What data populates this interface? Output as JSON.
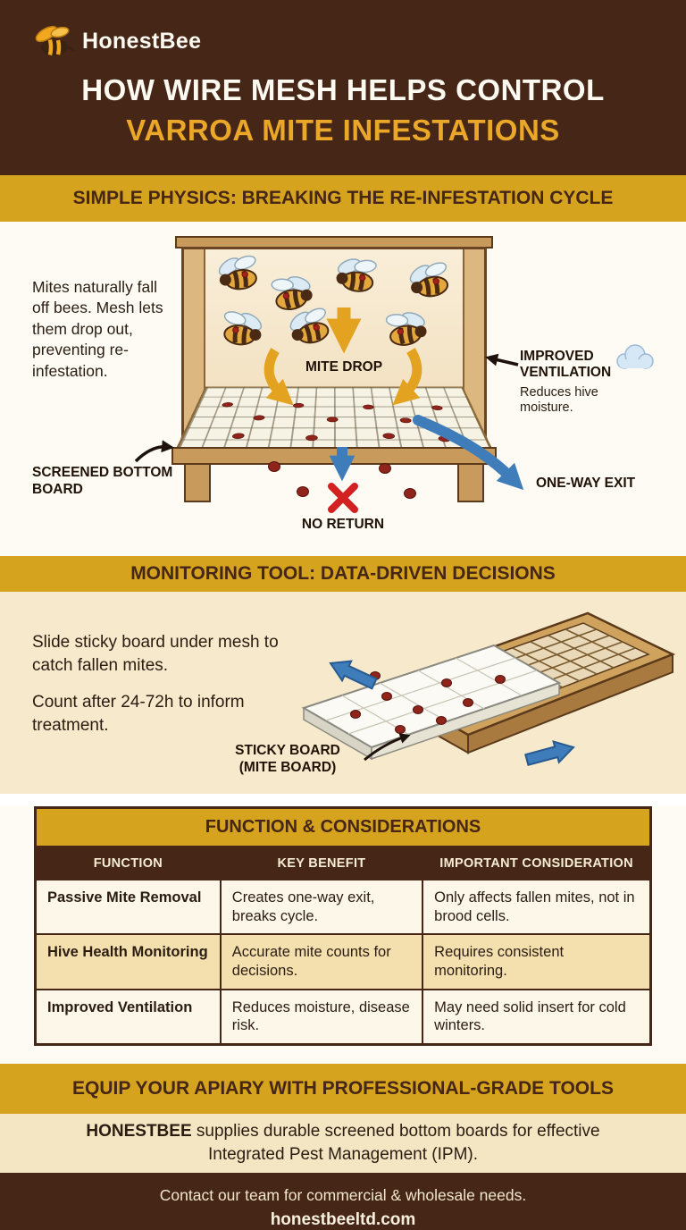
{
  "colors": {
    "dark_brown": "#452617",
    "gold_band": "#d6a31e",
    "gold_title_text": "#eaa728",
    "cream": "#f7e9cb",
    "mite_red": "#8f241b",
    "arrow_blue": "#3f7cba",
    "arrow_gold": "#e3a320",
    "no_return_red": "#d32020"
  },
  "header": {
    "brand": "HonestBee",
    "title_line1": "HOW WIRE MESH HELPS CONTROL",
    "title_line2": "VARROA MITE INFESTATIONS"
  },
  "physics": {
    "band_title": "SIMPLE PHYSICS: BREAKING THE RE-INFESTATION CYCLE",
    "intro": "Mites naturally fall off bees. Mesh lets them drop out, preventing re-infestation.",
    "mite_drop": "MITE DROP",
    "ventilation_title": "IMPROVED VENTILATION",
    "ventilation_sub": "Reduces hive moisture.",
    "screened_board": "SCREENED BOTTOM BOARD",
    "one_way_exit": "ONE-WAY EXIT",
    "no_return": "NO RETURN"
  },
  "monitoring": {
    "band_title": "MONITORING TOOL: DATA-DRIVEN DECISIONS",
    "text1": "Slide sticky board under mesh to catch fallen mites.",
    "text2": "Count after 24-72h to inform treatment.",
    "board_label_1": "STICKY BOARD",
    "board_label_2": "(MITE BOARD)"
  },
  "table": {
    "title": "FUNCTION & CONSIDERATIONS",
    "headers": [
      "FUNCTION",
      "KEY BENEFIT",
      "IMPORTANT CONSIDERATION"
    ],
    "rows": [
      {
        "function": "Passive Mite Removal",
        "benefit": "Creates one-way exit, breaks cycle.",
        "consideration": "Only affects fallen mites, not in brood cells."
      },
      {
        "function": "Hive Health Monitoring",
        "benefit": "Accurate mite counts for decisions.",
        "consideration": "Requires consistent monitoring."
      },
      {
        "function": "Improved Ventilation",
        "benefit": "Reduces moisture, disease risk.",
        "consideration": "May need solid insert for cold winters."
      }
    ]
  },
  "cta": {
    "band_title": "EQUIP YOUR APIARY WITH PROFESSIONAL-GRADE TOOLS",
    "brand_bold": "HONESTBEE",
    "body": " supplies durable screened bottom boards for effective Integrated Pest Management (IPM)."
  },
  "footer": {
    "line1": "Contact our team for commercial & wholesale needs.",
    "line2": "honestbeeltd.com"
  }
}
